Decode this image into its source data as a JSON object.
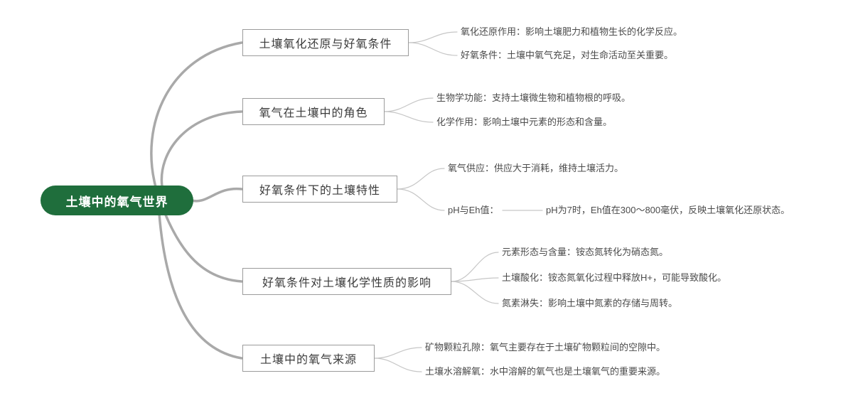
{
  "mindmap": {
    "root": {
      "label": "土壤中的氧气世界"
    },
    "branches": [
      {
        "label": "土壤氧化还原与好氧条件",
        "leaves": [
          {
            "text": "氧化还原作用：影响土壤肥力和植物生长的化学反应。"
          },
          {
            "text": "好氧条件：土壤中氧气充足，对生命活动至关重要。"
          }
        ]
      },
      {
        "label": "氧气在土壤中的角色",
        "leaves": [
          {
            "text": "生物学功能：支持土壤微生物和植物根的呼吸。"
          },
          {
            "text": "化学作用：影响土壤中元素的形态和含量。"
          }
        ]
      },
      {
        "label": "好氧条件下的土壤特性",
        "leaves": [
          {
            "text": "氧气供应：供应大于消耗，维持土壤活力。"
          },
          {
            "text": "pH与Eh值：",
            "child": "pH为7时，Eh值在300～800毫伏，反映土壤氧化还原状态。"
          }
        ]
      },
      {
        "label": "好氧条件对土壤化学性质的影响",
        "leaves": [
          {
            "text": "元素形态与含量：铵态氮转化为硝态氮。"
          },
          {
            "text": "土壤酸化：铵态氮氧化过程中释放H+，可能导致酸化。"
          },
          {
            "text": "氮素淋失：影响土壤中氮素的存储与周转。"
          }
        ]
      },
      {
        "label": "土壤中的氧气来源",
        "leaves": [
          {
            "text": "矿物颗粒孔隙：氧气主要存在于土壤矿物颗粒间的空隙中。"
          },
          {
            "text": "土壤水溶解氧：水中溶解的氧气也是土壤氧气的重要来源。"
          }
        ]
      }
    ],
    "colors": {
      "root_bg": "#1f6e3c",
      "root_text": "#ffffff",
      "branch_border": "#9b9b9b",
      "branch_text": "#3c3c3c",
      "leaf_text": "#4b4b4b",
      "main_curve": "#a9a9a9",
      "leaf_curve": "#c6c6c6",
      "background": "#ffffff"
    }
  }
}
